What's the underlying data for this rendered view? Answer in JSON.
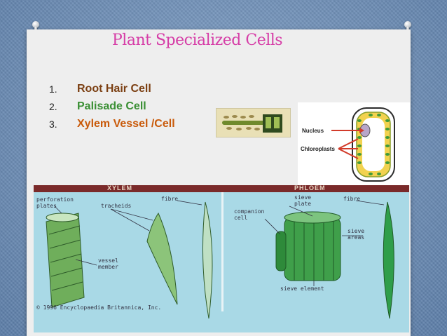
{
  "slide": {
    "title": "Plant Specialized Cells",
    "items": [
      {
        "num": "1.",
        "label": "Root Hair Cell",
        "color": "#7b3f12"
      },
      {
        "num": "2.",
        "label": "Palisade Cell",
        "color": "#3a8f34"
      },
      {
        "num": "3.",
        "label": "Xylem Vessel /Cell",
        "color": "#c95a0a"
      }
    ]
  },
  "chloroplast_diagram": {
    "label_nucleus": "Nucleus",
    "label_chloroplasts": "Chloroplasts"
  },
  "xylem_phloem": {
    "xylem_header": "XYLEM",
    "phloem_header": "PHLOEM",
    "xylem_labels": {
      "perforation": "perforation",
      "plates": "plates",
      "tracheids": "tracheids",
      "fibre": "fibre",
      "vessel": "vessel",
      "member": "member"
    },
    "phloem_labels": {
      "sieve": "sieve",
      "plate": "plate",
      "fibre": "fibre",
      "companion": "companion",
      "cell": "cell",
      "sieve2": "sieve",
      "areas": "areas",
      "sieve_element": "sieve element"
    },
    "copyright": "© 1996 Encyclopaedia Britannica, Inc."
  },
  "colors": {
    "title": "#d63ea7",
    "background": "#6b8bb4",
    "card": "#eeeeee"
  }
}
